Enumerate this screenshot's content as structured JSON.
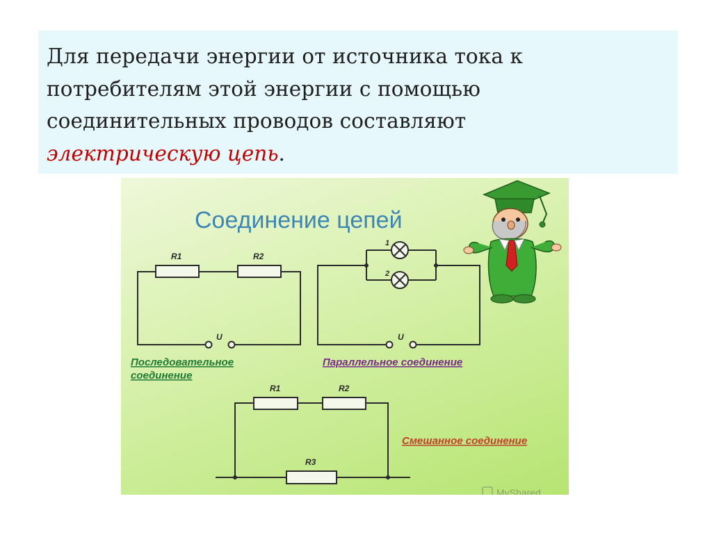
{
  "text": {
    "line1": "Для передачи энергии от источника тока к",
    "line2": "потребителям этой энергии с помощью",
    "line3": "соединительных проводов составляют",
    "highlight": "электрическую цепь",
    "period": "."
  },
  "slide": {
    "title": "Соединение цепей",
    "series": {
      "r1": "R1",
      "r2": "R2",
      "u": "U",
      "caption_line1": "Последовательное",
      "caption_line2": "соединение"
    },
    "parallel": {
      "lamp1": "1",
      "lamp2": "2",
      "u": "U",
      "caption": "Параллельное соединение"
    },
    "mixed": {
      "r1": "R1",
      "r2": "R2",
      "r3": "R3",
      "caption": "Смешанное соединение"
    },
    "watermark": "MyShared"
  },
  "colors": {
    "text_box_bg": "#e6f8fb",
    "highlight": "#c00000",
    "title": "#3d86b4",
    "series_caption": "#1f7a35",
    "parallel_caption": "#7a2a88",
    "mixed_caption": "#c0402a",
    "wire": "#2a2a2a"
  }
}
